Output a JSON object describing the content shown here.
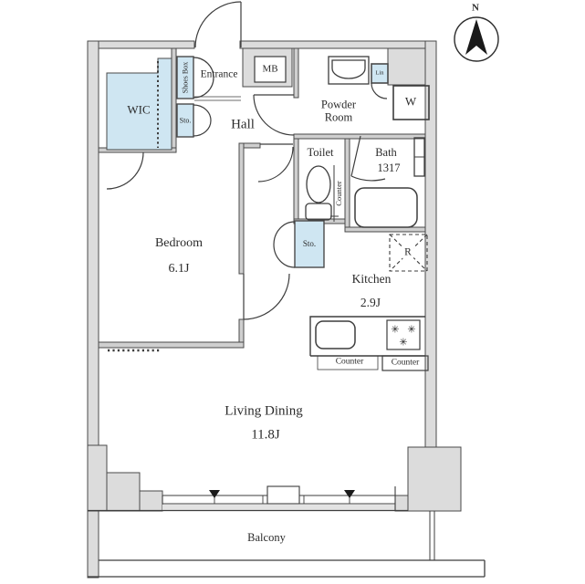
{
  "compass": {
    "north_label": "N"
  },
  "rooms": {
    "wic": {
      "label": "WIC"
    },
    "shoes_box": {
      "label": "Shoes Box"
    },
    "entrance": {
      "label": "Entrance"
    },
    "meter_box": {
      "label": "MB"
    },
    "hall_storage": {
      "label": "Sto."
    },
    "hall": {
      "label": "Hall"
    },
    "powder_room": {
      "label": "Powder Room"
    },
    "linen": {
      "label": "Lin"
    },
    "washer": {
      "label": "W"
    },
    "toilet": {
      "label": "Toilet"
    },
    "toilet_counter": {
      "label": "Counter"
    },
    "bath": {
      "label": "Bath",
      "size": "1317"
    },
    "kitchen_storage": {
      "label": "Sto."
    },
    "kitchen": {
      "label": "Kitchen",
      "size": "2.9J"
    },
    "refrigerator_space": {
      "label": "R"
    },
    "bedroom": {
      "label": "Bedroom",
      "size": "6.1J"
    },
    "kitchen_counter": {
      "label": "Counter"
    },
    "side_counter": {
      "label": "Counter"
    },
    "living_dining": {
      "label": "Living Dining",
      "size": "11.8J"
    },
    "balcony": {
      "label": "Balcony"
    }
  },
  "icons": {
    "stove_burner": "✳"
  },
  "colors": {
    "wall_fill": "#dcdcdc",
    "wall_line": "#4a4a4a",
    "thin_line": "#3d3d3d",
    "storage_fill": "#cfe6f2",
    "window_strip": "#e3e3e3",
    "arrow_black": "#1a1a1a"
  }
}
